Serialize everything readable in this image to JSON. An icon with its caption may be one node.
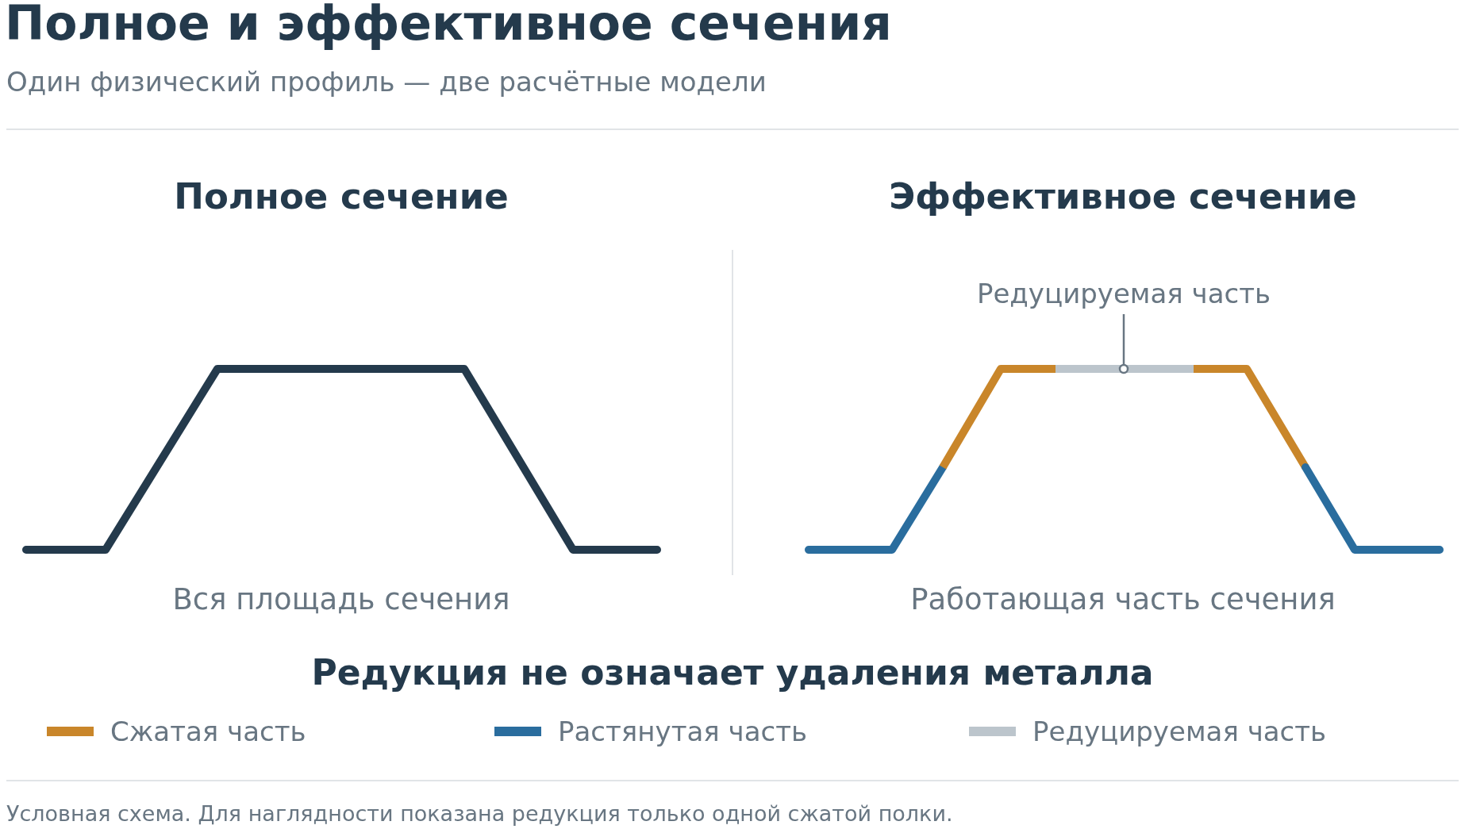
{
  "diagram": {
    "title": "Полное и эффективное сечения",
    "caption": "Условная схема. Для наглядности показана редукция только одной сжатой полки.",
    "nodes": [
      {
        "text": [
          "Редуцируемая часть"
        ]
      },
      {
        "text": [],
        "shape": "bar"
      }
    ],
    "edges": [
      {
        "from": 0,
        "to": 1,
        "arrow": "other"
      }
    ],
    "labels": [
      "Один физический профиль — две расчётные модели",
      "Полное сечение",
      "Эффективное сечение",
      "Вся площадь сечения",
      "Работающая часть сечения",
      "Редукция не означает удаления металла"
    ],
    "legend": [
      {
        "text": "Сжатая часть",
        "color": "#c9862a"
      },
      {
        "text": "Растянутая часть",
        "color": "#2a6d9e"
      },
      {
        "text": "Редуцируемая часть",
        "color": "#bcc5cc"
      }
    ]
  }
}
